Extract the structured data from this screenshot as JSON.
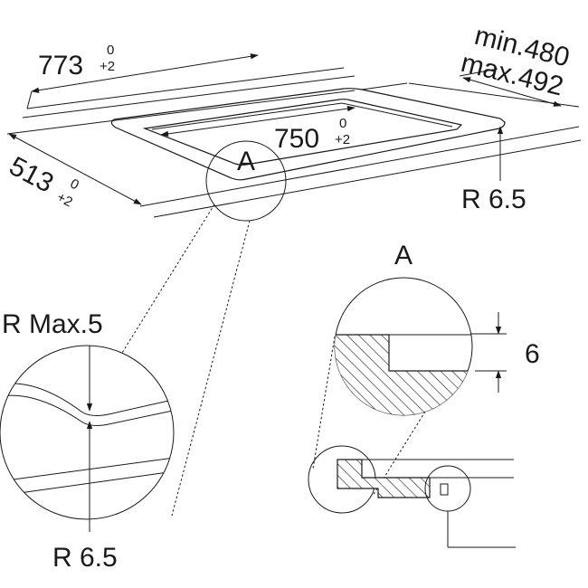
{
  "colors": {
    "line": "#1a1a1a",
    "hatch_fill": "#d9d9d9",
    "background": "#ffffff"
  },
  "dimensions": {
    "width_main": "773",
    "width_tol_top": "0",
    "width_tol_bottom": "+2",
    "cutout_width": "750",
    "cutout_tol_top": "0",
    "cutout_tol_bottom": "+2",
    "depth_main": "513",
    "depth_tol_top": "0",
    "depth_tol_bottom": "+2",
    "min_depth": "min.480",
    "max_depth": "max.492",
    "corner_radius": "R 6.5"
  },
  "detail_a": {
    "marker": "A",
    "title": "A",
    "step_height": "6",
    "radius_max": "R Max.5",
    "radius": "R 6.5"
  }
}
